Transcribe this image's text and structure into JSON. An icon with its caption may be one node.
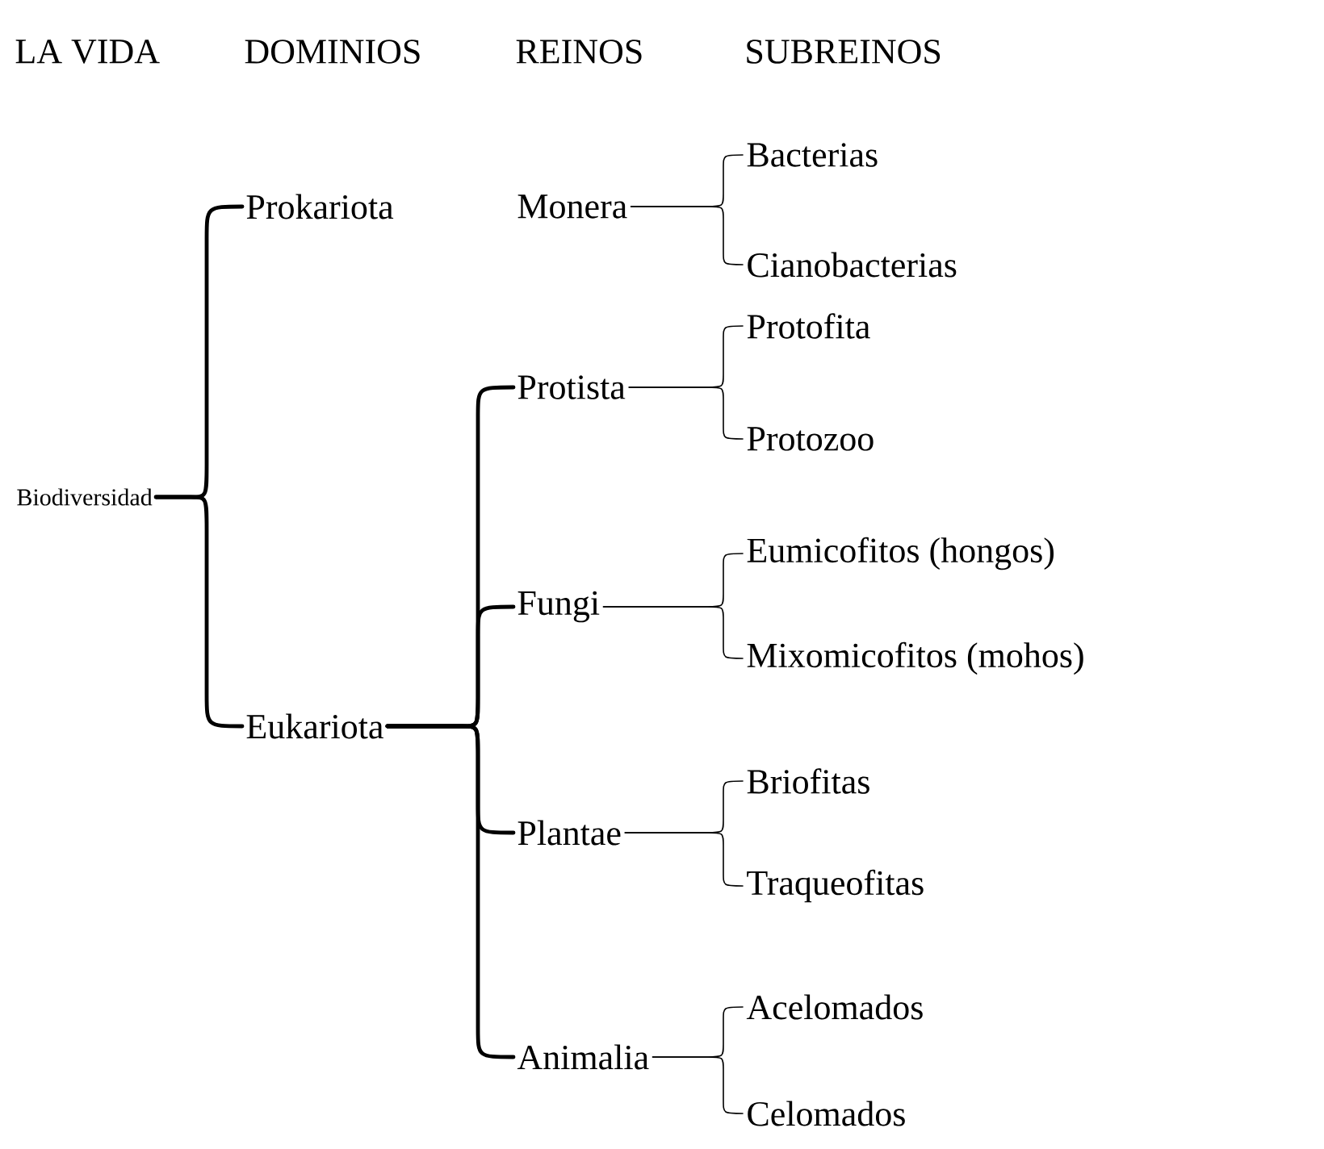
{
  "diagram": {
    "nodes": [
      {
        "text": [
          "Biodiversidad"
        ]
      },
      {
        "text": [
          "Prokariota"
        ]
      },
      {
        "text": [
          "Eukariota"
        ]
      },
      {
        "text": [
          "Monera"
        ]
      },
      {
        "text": [
          "Bacterias"
        ]
      },
      {
        "text": [
          "Cianobacterias"
        ]
      },
      {
        "text": [
          "Protista"
        ]
      },
      {
        "text": [
          "Protofita"
        ]
      },
      {
        "text": [
          "Protozoo"
        ]
      },
      {
        "text": [
          "Fungi"
        ]
      },
      {
        "text": [
          "Eumicofitos (hongos)"
        ]
      },
      {
        "text": [
          "Mixomicofitos (mohos)"
        ]
      },
      {
        "text": [
          "Plantae"
        ]
      },
      {
        "text": [
          "Briofitas"
        ]
      },
      {
        "text": [
          "Traqueofitas"
        ]
      },
      {
        "text": [
          "Animalia"
        ]
      },
      {
        "text": [
          "Acelomados"
        ]
      },
      {
        "text": [
          "Celomados"
        ]
      }
    ],
    "edges": [
      {
        "from": 0,
        "to": 1,
        "arrow": "none",
        "style": "thick"
      },
      {
        "from": 0,
        "to": 2,
        "arrow": "none",
        "style": "thick"
      },
      {
        "from": 2,
        "to": 6,
        "arrow": "none",
        "style": "thick"
      },
      {
        "from": 2,
        "to": 9,
        "arrow": "none",
        "style": "thick"
      },
      {
        "from": 2,
        "to": 12,
        "arrow": "none",
        "style": "thick"
      },
      {
        "from": 2,
        "to": 15,
        "arrow": "none",
        "style": "thick"
      },
      {
        "from": 3,
        "to": 4,
        "arrow": "none"
      },
      {
        "from": 3,
        "to": 5,
        "arrow": "none"
      },
      {
        "from": 6,
        "to": 7,
        "arrow": "none"
      },
      {
        "from": 6,
        "to": 8,
        "arrow": "none"
      },
      {
        "from": 9,
        "to": 10,
        "arrow": "none"
      },
      {
        "from": 9,
        "to": 11,
        "arrow": "none"
      },
      {
        "from": 12,
        "to": 13,
        "arrow": "none"
      },
      {
        "from": 12,
        "to": 14,
        "arrow": "none"
      },
      {
        "from": 15,
        "to": 16,
        "arrow": "none"
      },
      {
        "from": 15,
        "to": 17,
        "arrow": "none"
      }
    ],
    "labels": [
      "LA VIDA",
      "DOMINIOS",
      "REINOS",
      "SUBREINOS"
    ]
  }
}
